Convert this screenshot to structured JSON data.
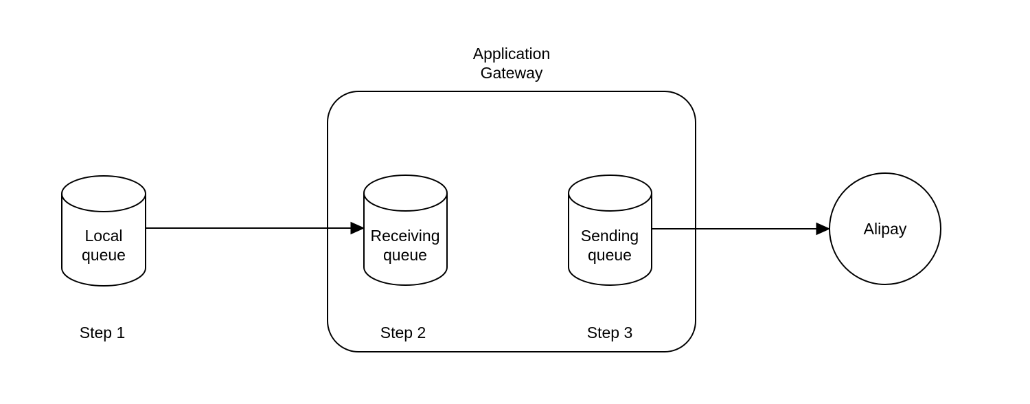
{
  "diagram": {
    "background_color": "#ffffff",
    "stroke_color": "#000000",
    "fill_color": "#ffffff",
    "gateway": {
      "title": "Application\nGateway"
    },
    "nodes": {
      "local_queue": {
        "label": "Local\nqueue",
        "shape": "cylinder",
        "caption": "Step 1"
      },
      "receiving_queue": {
        "label": "Receiving\nqueue",
        "shape": "cylinder",
        "caption": "Step 2",
        "inside": "Application Gateway"
      },
      "sending_queue": {
        "label": "Sending\nqueue",
        "shape": "cylinder",
        "caption": "Step 3",
        "inside": "Application Gateway"
      },
      "alipay": {
        "label": "Alipay",
        "shape": "circle"
      }
    },
    "steps": {
      "step1": "Step 1",
      "step2": "Step 2",
      "step3": "Step 3"
    },
    "edges": [
      {
        "from": "local_queue",
        "to": "receiving_queue",
        "style": "arrow"
      },
      {
        "from": "sending_queue",
        "to": "alipay",
        "style": "arrow"
      }
    ]
  }
}
